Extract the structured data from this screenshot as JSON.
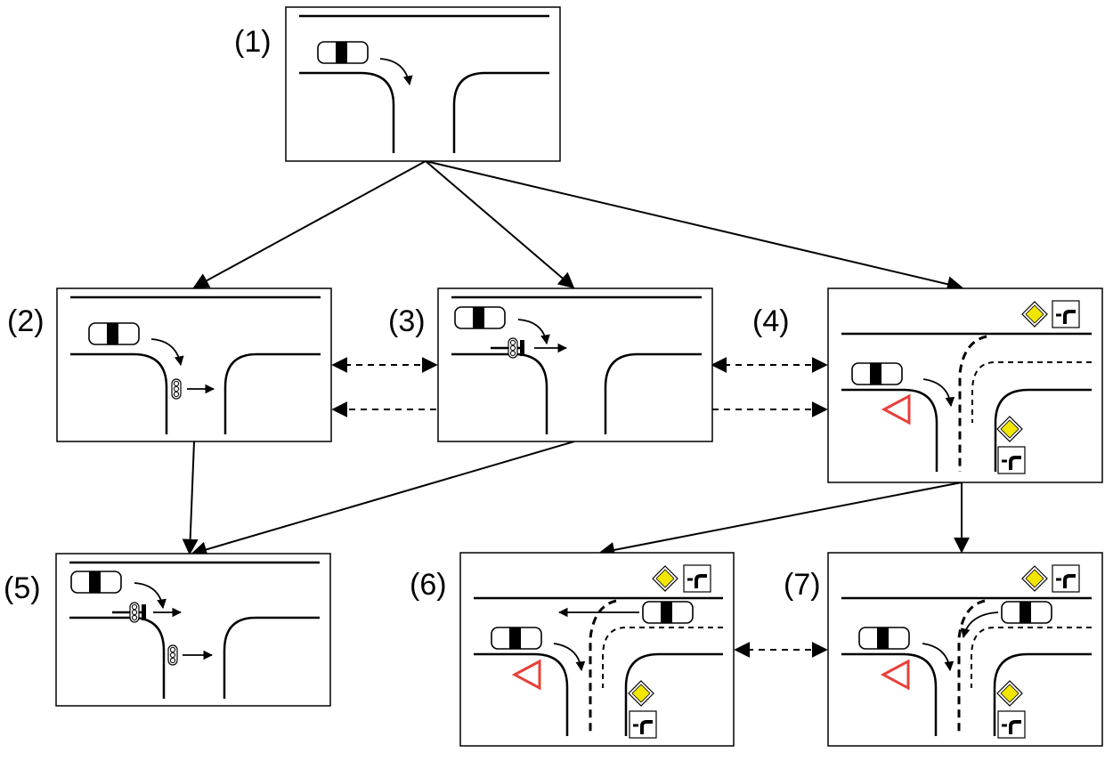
{
  "panels": [
    {
      "id": "1",
      "label": "(1)"
    },
    {
      "id": "2",
      "label": "(2)"
    },
    {
      "id": "3",
      "label": "(3)"
    },
    {
      "id": "4",
      "label": "(4)"
    },
    {
      "id": "5",
      "label": "(5)"
    },
    {
      "id": "6",
      "label": "(6)"
    },
    {
      "id": "7",
      "label": "(7)"
    }
  ],
  "edges": [
    {
      "from": "1",
      "to": "2",
      "style": "solid"
    },
    {
      "from": "1",
      "to": "3",
      "style": "solid"
    },
    {
      "from": "1",
      "to": "4",
      "style": "solid"
    },
    {
      "from": "2",
      "to": "3",
      "style": "dashed",
      "direction": "both"
    },
    {
      "from": "3",
      "to": "2",
      "style": "dashed"
    },
    {
      "from": "3",
      "to": "4",
      "style": "dashed",
      "direction": "both"
    },
    {
      "from": "3",
      "to": "4",
      "style": "dashed"
    },
    {
      "from": "2",
      "to": "5",
      "style": "solid"
    },
    {
      "from": "3",
      "to": "5",
      "style": "solid"
    },
    {
      "from": "4",
      "to": "6",
      "style": "solid"
    },
    {
      "from": "4",
      "to": "7",
      "style": "solid"
    },
    {
      "from": "6",
      "to": "7",
      "style": "dashed",
      "direction": "both"
    }
  ],
  "icons": {
    "car": "car-icon",
    "traffic_light": "traffic-light-icon",
    "give_way": "give-way-sign-icon",
    "priority_road": "priority-road-sign-icon",
    "priority_direction": "priority-direction-plate-icon"
  },
  "colors": {
    "give_way_sign": "#e8403a",
    "priority_sign": "#f2e600"
  }
}
